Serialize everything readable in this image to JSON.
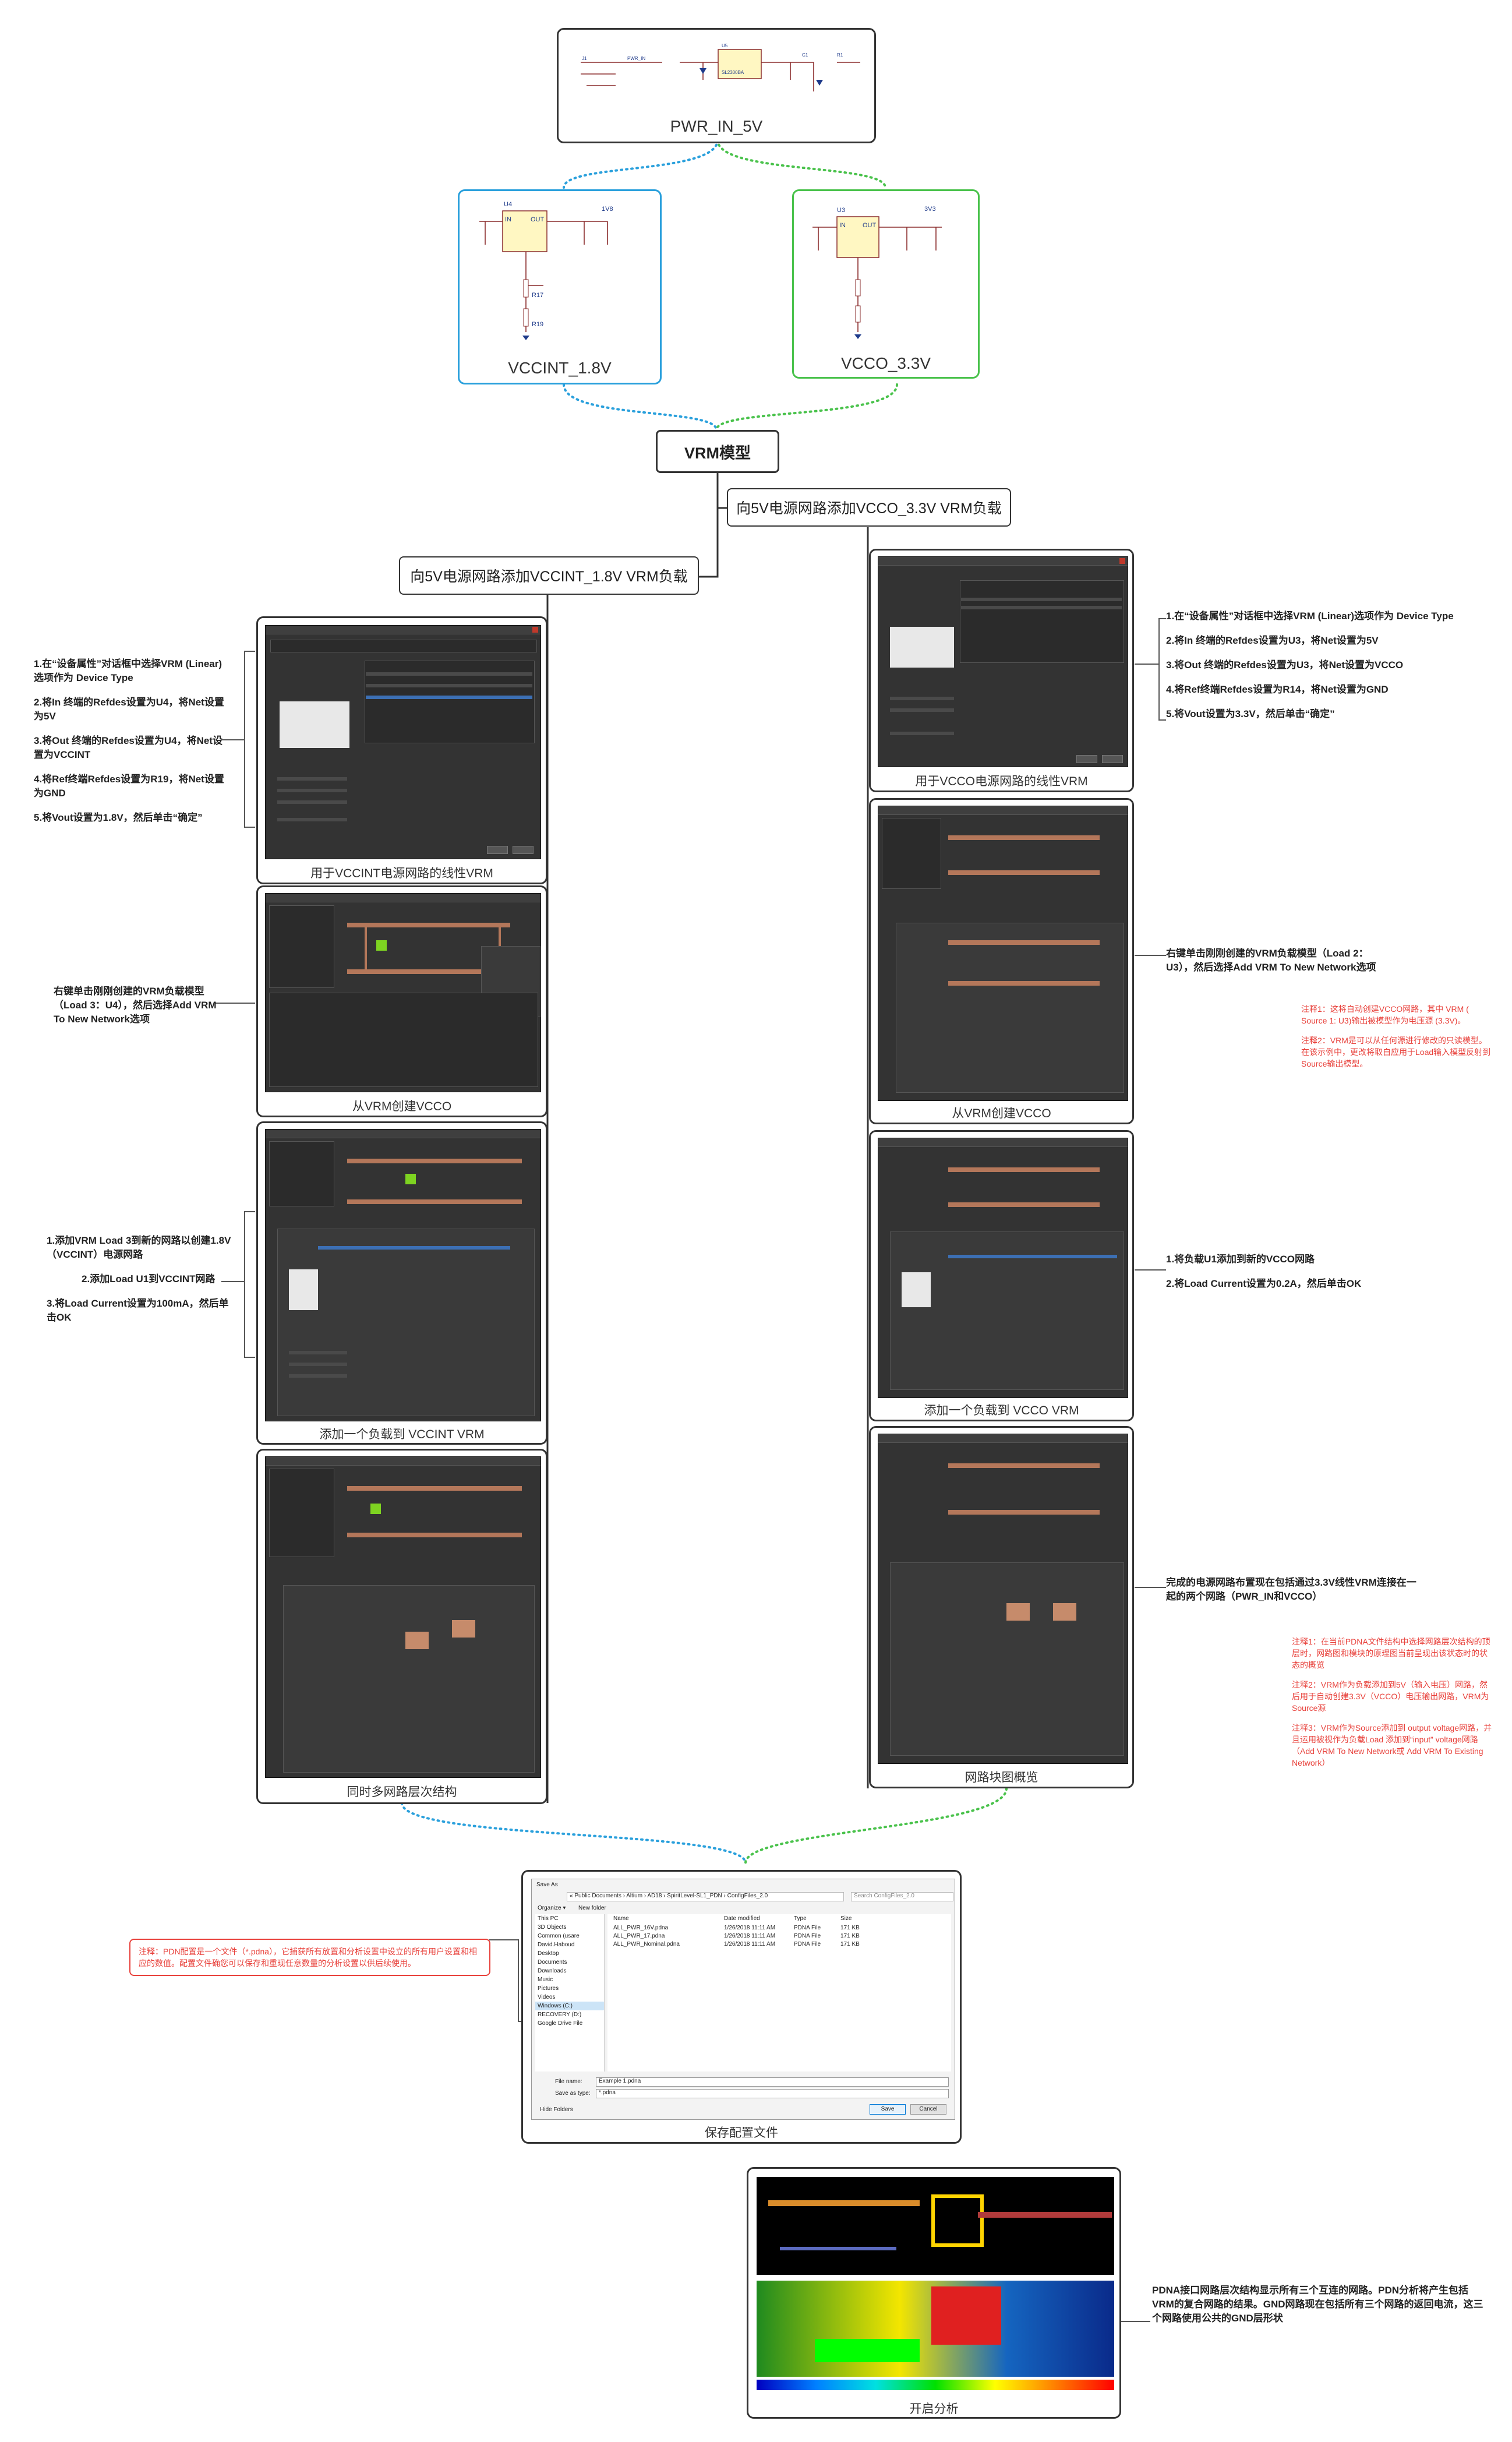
{
  "top": {
    "pwr_title": "PWR_IN_5V",
    "vccint_title": "VCCINT_1.8V",
    "vcco_title": "VCCO_3.3V"
  },
  "center": {
    "vrm_title": "VRM模型"
  },
  "branches": {
    "right_label": "向5V电源网路添加VCCO_3.3V VRM负载",
    "left_label": "向5V电源网路添加VCCINT_1.8V VRM负载"
  },
  "left": {
    "steps_vrm": [
      "1.在“设备属性”对话框中选择VRM (Linear)选项作为 Device Type",
      "2.将In 终端的Refdes设置为U4，将Net设置为5V",
      "3.将Out 终端的Refdes设置为U4，将Net设置为VCCINT",
      "4.将Ref终端Refdes设置为R19，将Net设置为GND",
      "5.将Vout设置为1.8V，然后单击“确定”"
    ],
    "caption1": "用于VCCINT电源网路的线性VRM",
    "note2": "右键单击刚刚创建的VRM负载模型（Load 3：U4），然后选择Add VRM To New Network选项",
    "caption2": "从VRM创建VCCO",
    "steps_load": [
      "1.添加VRM Load 3到新的网路以创建1.8V（VCCINT）电源网路",
      "2.添加Load U1到VCCINT网路",
      "3.将Load Current设置为100mA，然后单击OK"
    ],
    "caption3": "添加一个负载到 VCCINT VRM",
    "caption4": "同时多网路层次结构"
  },
  "right": {
    "steps_vrm": [
      "1.在“设备属性”对话框中选择VRM (Linear)选项作为 Device Type",
      "2.将In 终端的Refdes设置为U3，将Net设置为5V",
      "3.将Out 终端的Refdes设置为U3，将Net设置为VCCO",
      "4.将Ref终端Refdes设置为R14，将Net设置为GND",
      "5.将Vout设置为3.3V，然后单击“确定”"
    ],
    "caption1": "用于VCCO电源网路的线性VRM",
    "note2": "右键单击刚刚创建的VRM负载模型（Load 2：U3），然后选择Add VRM To New Network选项",
    "red2": [
      "注释1：这将自动创建VCCO网路，其中 VRM ( Source 1: U3)输出被模型作为电压源 (3.3V)。",
      "注释2：VRM是可以从任何源进行修改的只读模型。在该示例中，更改将取自应用于Load输入模型反射到Source输出模型。"
    ],
    "caption2": "从VRM创建VCCO",
    "steps_load": [
      "1.将负载U1添加到新的VCCO网路",
      "2.将Load Current设置为0.2A，然后单击OK"
    ],
    "caption3": "添加一个负载到 VCCO VRM",
    "note4": "完成的电源网路布置现在包括通过3.3V线性VRM连接在一起的两个网路（PWR_IN和VCCO）",
    "red4": [
      "注释1：在当前PDNA文件结构中选择网路层次结构的顶层时，网路图和模块的原理图当前呈现出该状态时的状态的概览",
      "注释2：VRM作为负载添加到5V（输入电压）网路，然后用于自动创建3.3V（VCCO）电压输出网路，VRM为Source源",
      "注释3：VRM作为Source添加到 output voltage网路，并且运用被视作为负载Load 添加到“input” voltage网路（Add VRM To New Network或 Add VRM To Existing Network）"
    ],
    "caption4": "网路块图概览"
  },
  "save": {
    "caption": "保存配置文件",
    "callout": "注释：PDN配置是一个文件（*.pdna），它捕获所有放置和分析设置中设立的所有用户设置和相应的数值。配置文件确您可以保存和重现任意数量的分析设置以供后续使用。",
    "dialog": {
      "title": "Save As",
      "path": "« Public Documents › Altium › AD18 › SpiritLevel-SL1_PDN › ConfigFiles_2.0",
      "search_placeholder": "Search ConfigFiles_2.0",
      "organize": "Organize ▾",
      "new_folder": "New folder",
      "sidebar": [
        "This PC",
        "3D Objects",
        "Common (usare",
        "David.Haboud",
        "Desktop",
        "Documents",
        "Downloads",
        "Music",
        "Pictures",
        "Videos",
        "Windows (C:)",
        "RECOVERY (D:)",
        "Google Drive File"
      ],
      "columns": [
        "Name",
        "Date modified",
        "Type",
        "Size"
      ],
      "files": [
        {
          "name": "ALL_PWR_16V.pdna",
          "date": "1/26/2018 11:11 AM",
          "type": "PDNA File",
          "size": "171 KB"
        },
        {
          "name": "ALL_PWR_17.pdna",
          "date": "1/26/2018 11:11 AM",
          "type": "PDNA File",
          "size": "171 KB"
        },
        {
          "name": "ALL_PWR_Nominal.pdna",
          "date": "1/26/2018 11:11 AM",
          "type": "PDNA File",
          "size": "171 KB"
        }
      ],
      "filename_label": "File name:",
      "filename_value": "Example 1.pdna",
      "type_label": "Save as type:",
      "type_value": "*.pdna",
      "hide_folders": "Hide Folders",
      "save_btn": "Save",
      "cancel_btn": "Cancel"
    }
  },
  "analysis": {
    "caption": "开启分析",
    "note": "PDNA接口网路层次结构显示所有三个互连的网路。PDN分析将产生包括VRM的复合网路的结果。GND网路现在包括所有三个网路的返回电流，这三个网路使用公共的GND层形状"
  },
  "colors": {
    "blue_link": "#2aa0dc",
    "green_link": "#49c24b",
    "red_note": "#e8413b",
    "rail": "#b4775a"
  }
}
